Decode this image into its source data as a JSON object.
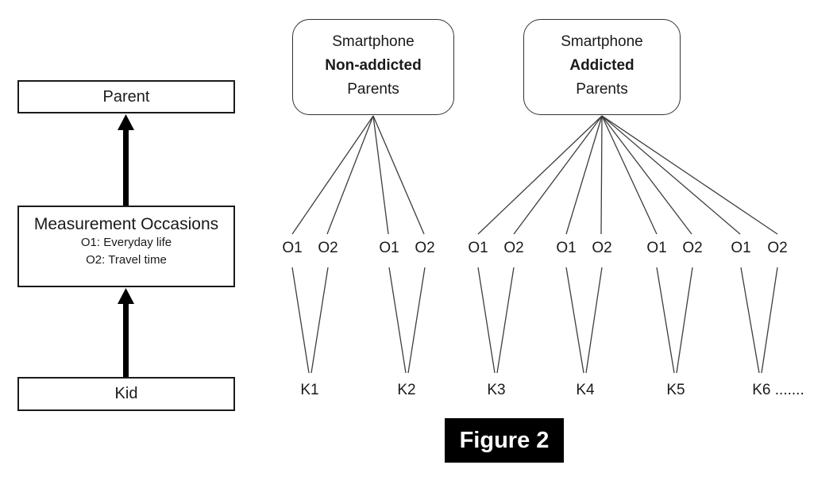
{
  "figure_label": "Figure 2",
  "left_panel": {
    "parent_label": "Parent",
    "measurement": {
      "title": "Measurement Occasions",
      "line1": "O1: Everyday life",
      "line2": "O2: Travel time"
    },
    "kid_label": "Kid"
  },
  "groups": [
    {
      "line1": "Smartphone",
      "line2": "Non-addicted",
      "line3": "Parents"
    },
    {
      "line1": "Smartphone",
      "line2": "Addicted",
      "line3": "Parents"
    }
  ],
  "units": [
    {
      "o1": "O1",
      "o2": "O2",
      "kid": "K1",
      "group_index": 0
    },
    {
      "o1": "O1",
      "o2": "O2",
      "kid": "K2",
      "group_index": 0
    },
    {
      "o1": "O1",
      "o2": "O2",
      "kid": "K3",
      "group_index": 1
    },
    {
      "o1": "O1",
      "o2": "O2",
      "kid": "K4",
      "group_index": 1
    },
    {
      "o1": "O1",
      "o2": "O2",
      "kid": "K5",
      "group_index": 1
    },
    {
      "o1": "O1",
      "o2": "O2",
      "kid": "K6 .......",
      "group_index": 1
    }
  ],
  "colors": {
    "line": "#3d3d3d",
    "box_border": "#1a1a1a",
    "figure_bg": "#000000",
    "figure_text": "#ffffff"
  }
}
